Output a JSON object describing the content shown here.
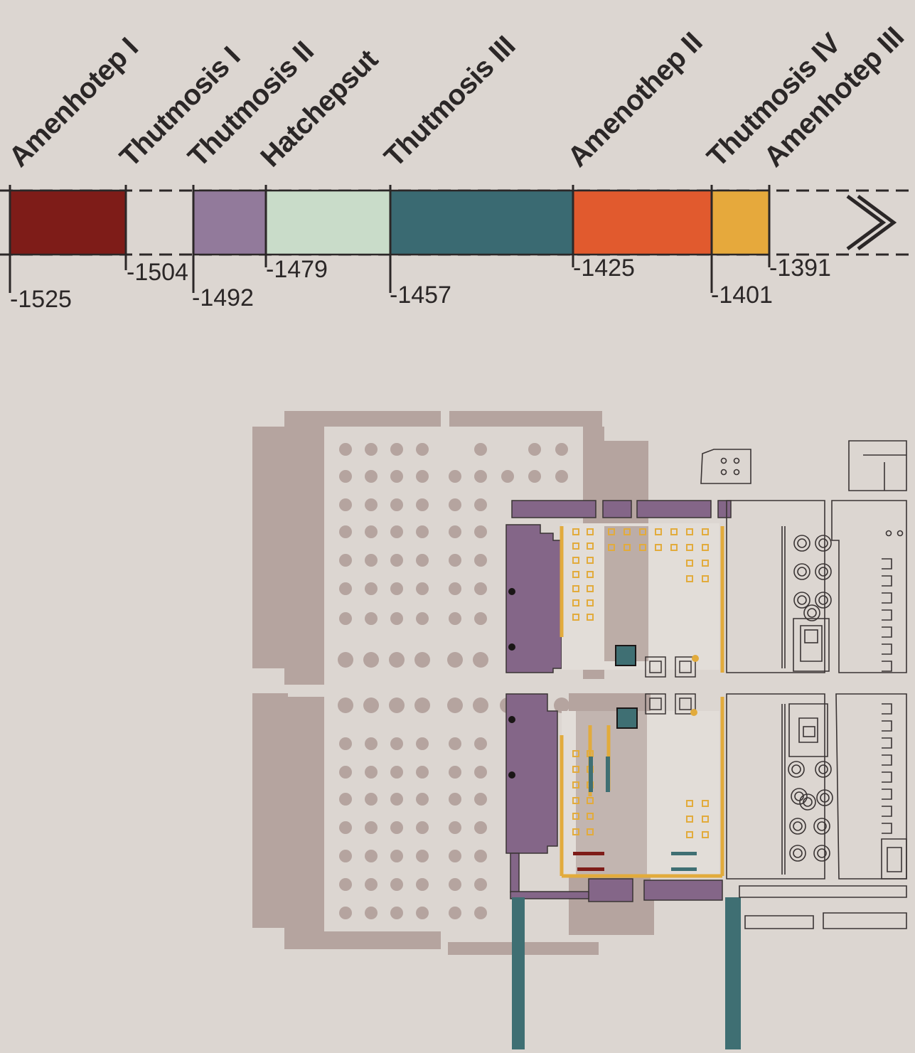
{
  "timeline": {
    "reigns": [
      {
        "pharaoh": "Amenhotep I",
        "start": "-1525",
        "color": "#7e1c18"
      },
      {
        "pharaoh": "Thutmosis I",
        "start": "-1504",
        "color": ""
      },
      {
        "pharaoh": "Thutmosis II",
        "start": "-1492",
        "color": "#927a9b"
      },
      {
        "pharaoh": "Hatchepsut",
        "start": "-1479",
        "color": "#c9dcc9"
      },
      {
        "pharaoh": "Thutmosis III",
        "start": "-1457",
        "color": "#3a6a72"
      },
      {
        "pharaoh": "Amenothep II",
        "start": "-1425",
        "color": "#e15a2e"
      },
      {
        "pharaoh": "Thutmosis IV",
        "start": "-1401",
        "color": "#e6a93c"
      },
      {
        "pharaoh": "Amenhotep III",
        "start": "-1391",
        "color": ""
      }
    ],
    "continuation_icon": "double-chevron-right-icon"
  },
  "plan": {
    "colors": {
      "background": "#dcd6d1",
      "hypostyle": "#b5a49f",
      "thutmosis_ii": "#846688",
      "thutmosis_iv": "#e2ab3c",
      "thutmosis_iii": "#3f6f73",
      "amenhotep_i": "#7e1c18",
      "outline": "#3a3434"
    }
  }
}
